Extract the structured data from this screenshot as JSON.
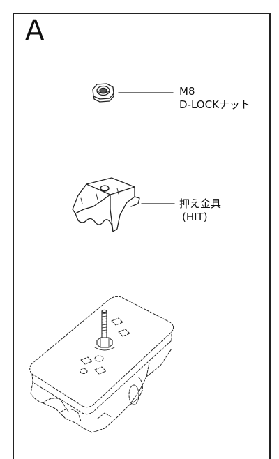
{
  "section": {
    "letter": "A"
  },
  "parts": [
    {
      "id": "nut",
      "name_line1": "M8",
      "name_line2": "D-LOCKナット"
    },
    {
      "id": "clamp",
      "name_line1": "押え金具",
      "name_line2": "(HIT)"
    }
  ],
  "assembly": {
    "name": ""
  }
}
